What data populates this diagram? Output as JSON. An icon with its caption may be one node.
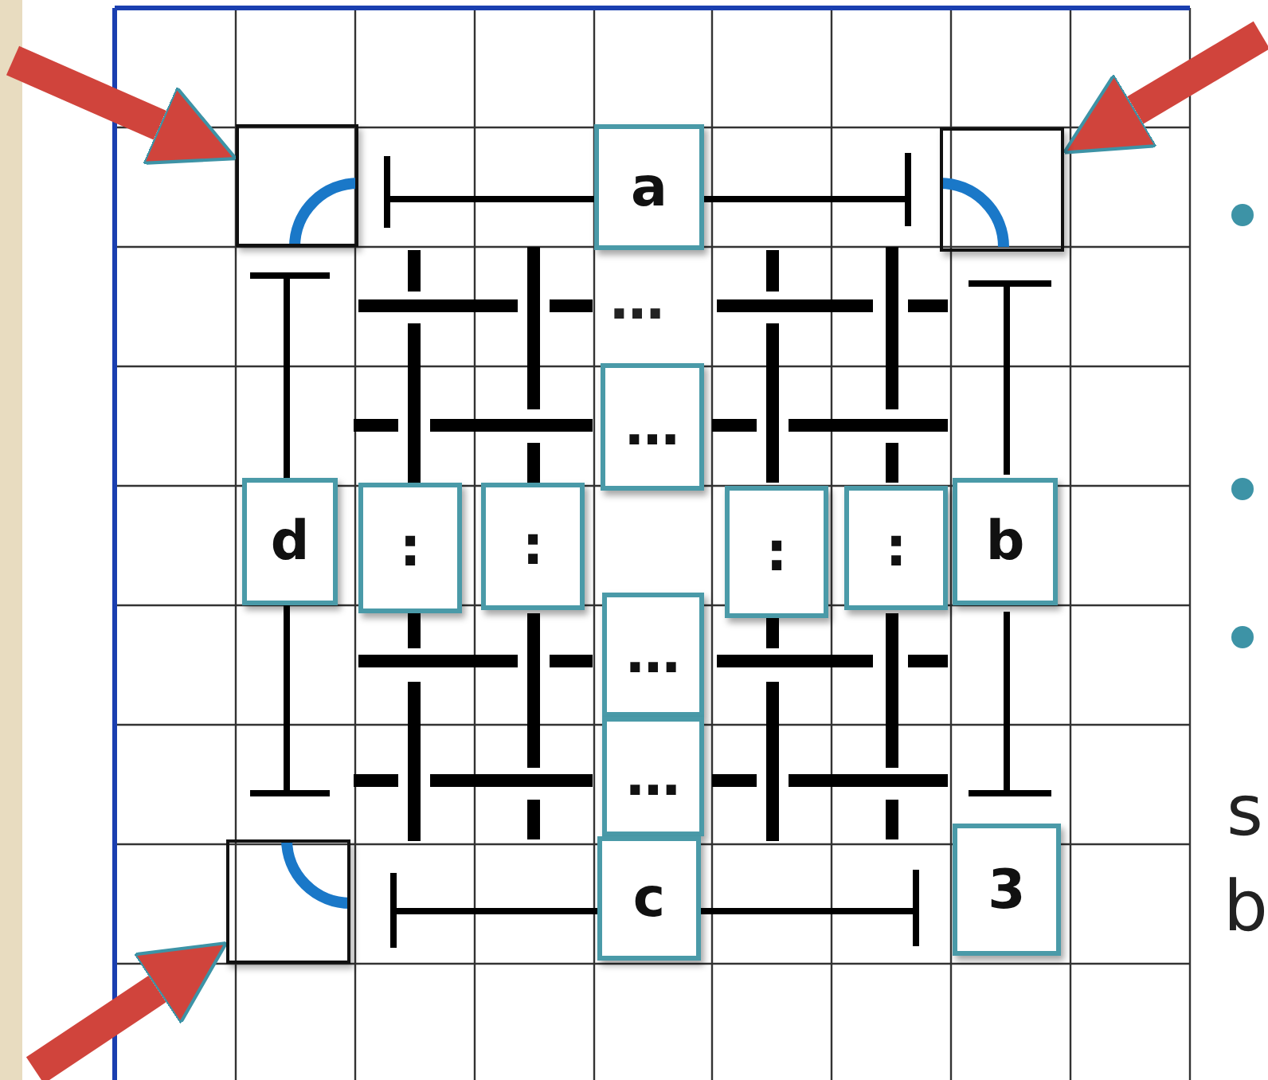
{
  "diagram": {
    "nodes": [
      {
        "text": [],
        "shape": "box"
      },
      {
        "text": [
          "a"
        ]
      },
      {
        "text": [],
        "shape": "box"
      },
      {
        "text": [
          "…"
        ]
      },
      {
        "text": [
          "d"
        ]
      },
      {
        "text": [
          ":"
        ]
      },
      {
        "text": [
          ":"
        ]
      },
      {
        "text": [
          ":"
        ]
      },
      {
        "text": [
          ":"
        ]
      },
      {
        "text": [
          "b"
        ]
      },
      {
        "text": [
          "…"
        ]
      },
      {
        "text": [
          "…"
        ]
      },
      {
        "text": [],
        "shape": "box"
      },
      {
        "text": [
          "c"
        ]
      },
      {
        "text": [
          "3"
        ]
      }
    ],
    "edges": [
      {
        "from": null,
        "to": 0,
        "arrow": "to"
      },
      {
        "from": null,
        "to": 2,
        "arrow": "to"
      },
      {
        "from": null,
        "to": 12,
        "arrow": "to"
      }
    ],
    "labels": [
      "…",
      "s",
      "b"
    ]
  }
}
